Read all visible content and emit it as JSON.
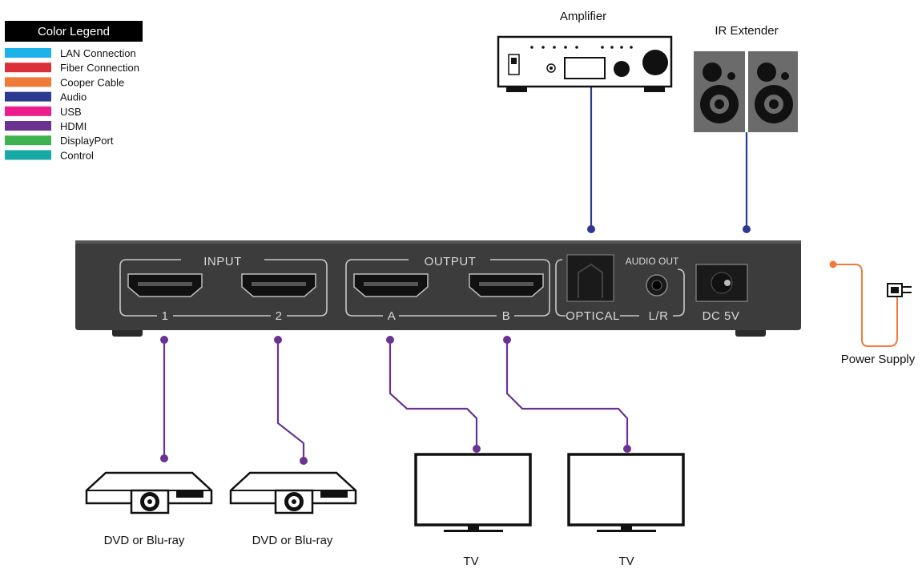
{
  "legend": {
    "title": "Color Legend",
    "items": [
      {
        "label": "LAN Connection",
        "color": "#1eb3e8"
      },
      {
        "label": "Fiber Connection",
        "color": "#d9303a"
      },
      {
        "label": "Cooper Cable",
        "color": "#f07a3a"
      },
      {
        "label": "Audio",
        "color": "#2b3990"
      },
      {
        "label": "USB",
        "color": "#ec1c8a"
      },
      {
        "label": "HDMI",
        "color": "#6a3391"
      },
      {
        "label": "DisplayPort",
        "color": "#3fb34f"
      },
      {
        "label": "Control",
        "color": "#17a9a5"
      }
    ]
  },
  "devices": {
    "amplifier": "Amplifier",
    "ir_extender": "IR Extender",
    "power_supply": "Power Supply",
    "source_1": "DVD or Blu-ray",
    "source_2": "DVD or Blu-ray",
    "tv_a": "TV",
    "tv_b": "TV"
  },
  "switch_panel": {
    "input_group": "INPUT",
    "output_group": "OUTPUT",
    "input_1": "1",
    "input_2": "2",
    "output_a": "A",
    "output_b": "B",
    "optical": "OPTICAL",
    "audio_out": "AUDIO OUT",
    "lr": "L/R",
    "dc": "DC 5V"
  },
  "colors": {
    "hdmi": "#6a3391",
    "audio": "#2b3990",
    "copper": "#f07a3a",
    "device_body": "#3c3c3c",
    "speaker_box": "#6b6b6b"
  }
}
